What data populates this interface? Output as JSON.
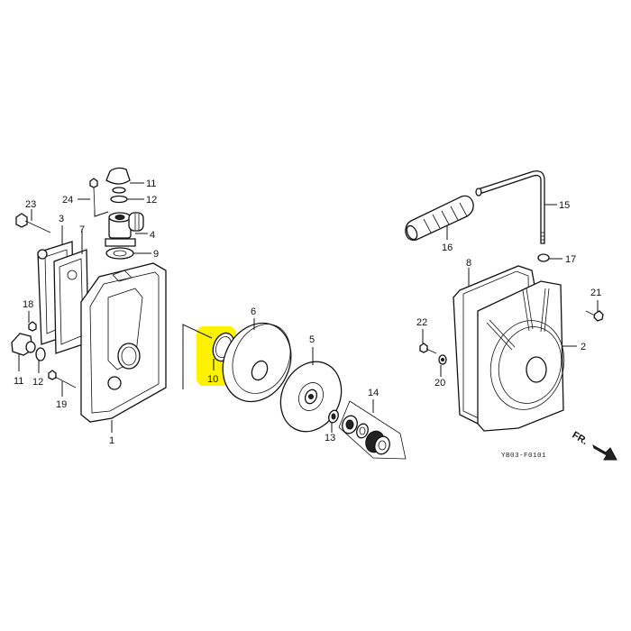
{
  "diagram": {
    "highlight_color": "#fff200",
    "highlighted_part": "10",
    "drawing_code": "YB03-F0101",
    "direction_marker": "FR.",
    "callouts": [
      {
        "id": "c1",
        "label": "1",
        "part": "pump-case"
      },
      {
        "id": "c2",
        "label": "2",
        "part": "pump-cover"
      },
      {
        "id": "c3",
        "label": "3",
        "part": "side-cover"
      },
      {
        "id": "c4",
        "label": "4",
        "part": "inlet-joint"
      },
      {
        "id": "c5",
        "label": "5",
        "part": "impeller"
      },
      {
        "id": "c6",
        "label": "6",
        "part": "volute-case"
      },
      {
        "id": "c7",
        "label": "7",
        "part": "side-cover-gasket"
      },
      {
        "id": "c8",
        "label": "8",
        "part": "pump-cover-gasket"
      },
      {
        "id": "c9",
        "label": "9",
        "part": "inlet-gasket"
      },
      {
        "id": "c10",
        "label": "10",
        "part": "o-ring-volute"
      },
      {
        "id": "c11a",
        "label": "11",
        "part": "drain-plug-top"
      },
      {
        "id": "c11b",
        "label": "11",
        "part": "drain-plug-side"
      },
      {
        "id": "c12a",
        "label": "12",
        "part": "o-ring-top"
      },
      {
        "id": "c12b",
        "label": "12",
        "part": "o-ring-side"
      },
      {
        "id": "c13",
        "label": "13",
        "part": "impeller-washer"
      },
      {
        "id": "c14",
        "label": "14",
        "part": "mechanical-seal"
      },
      {
        "id": "c15",
        "label": "15",
        "part": "frame-handle"
      },
      {
        "id": "c16",
        "label": "16",
        "part": "handle-grip"
      },
      {
        "id": "c17",
        "label": "17",
        "part": "washer"
      },
      {
        "id": "c18",
        "label": "18",
        "part": "cap-nut"
      },
      {
        "id": "c19",
        "label": "19",
        "part": "flange-bolt"
      },
      {
        "id": "c20",
        "label": "20",
        "part": "bolt-small"
      },
      {
        "id": "c21",
        "label": "21",
        "part": "flange-bolt-long"
      },
      {
        "id": "c22",
        "label": "22",
        "part": "flange-bolt-side"
      },
      {
        "id": "c23",
        "label": "23",
        "part": "flange-bolt-cover"
      },
      {
        "id": "c24",
        "label": "24",
        "part": "flange-bolt-joint"
      }
    ]
  }
}
